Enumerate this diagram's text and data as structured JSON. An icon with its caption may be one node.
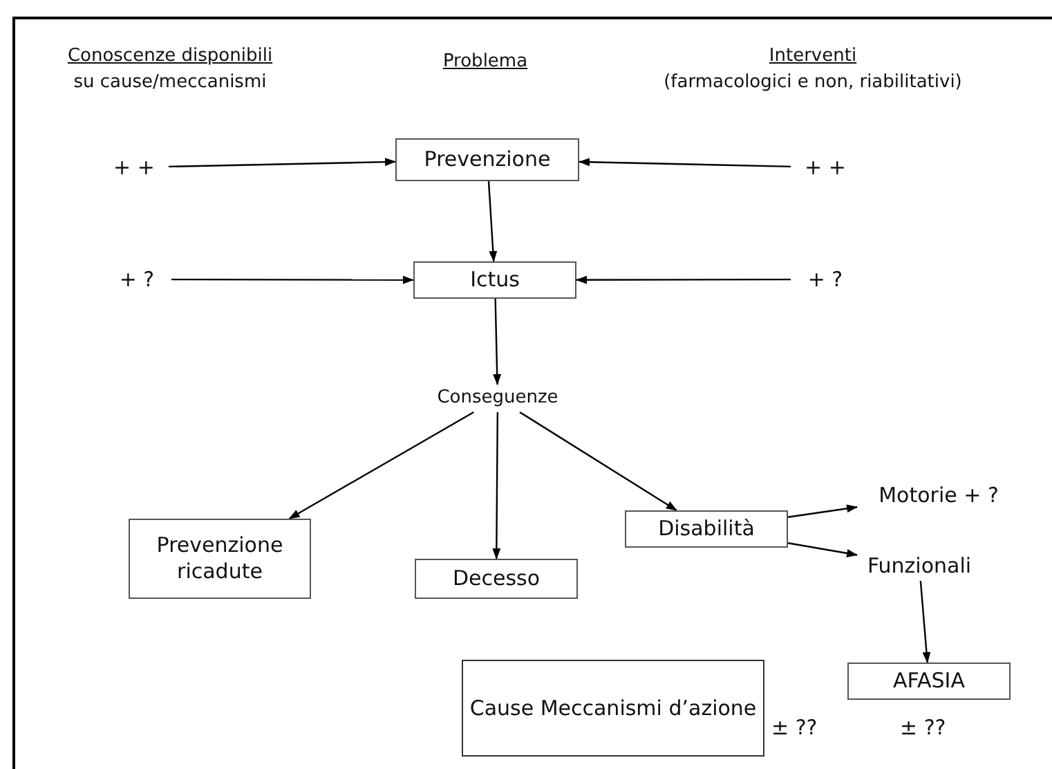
{
  "diagram": {
    "nodes": [
      {
        "text": [
          "+ +"
        ]
      },
      {
        "text": [
          "Prevenzione"
        ]
      },
      {
        "text": [
          "+ +"
        ]
      },
      {
        "text": [
          "+ ?"
        ]
      },
      {
        "text": [
          "Ictus"
        ]
      },
      {
        "text": [
          "+ ?"
        ]
      },
      {
        "text": [
          "Conseguenze"
        ]
      },
      {
        "text": [
          "Prevenzione ricadute"
        ]
      },
      {
        "text": [
          "Decesso"
        ]
      },
      {
        "text": [
          "Disabilità"
        ]
      },
      {
        "text": [
          "Motorie + ?"
        ]
      },
      {
        "text": [
          "Funzionali"
        ]
      },
      {
        "text": [
          "Cause Meccanismi d’azione"
        ],
        "beside": [
          "± ??"
        ]
      },
      {
        "text": [
          "AFASIA"
        ],
        "beside": [
          "± ??"
        ]
      }
    ],
    "edges": [
      {
        "from": 0,
        "to": 1,
        "arrow": "to"
      },
      {
        "from": 2,
        "to": 1,
        "arrow": "to"
      },
      {
        "from": 1,
        "to": 4,
        "arrow": "to"
      },
      {
        "from": 3,
        "to": 4,
        "arrow": "to"
      },
      {
        "from": 5,
        "to": 4,
        "arrow": "to"
      },
      {
        "from": 4,
        "to": 6,
        "arrow": "to"
      },
      {
        "from": 6,
        "to": 7,
        "arrow": "to"
      },
      {
        "from": 6,
        "to": 8,
        "arrow": "to"
      },
      {
        "from": 6,
        "to": 9,
        "arrow": "to"
      },
      {
        "from": 9,
        "to": 10,
        "arrow": "to"
      },
      {
        "from": 9,
        "to": 11,
        "arrow": "to"
      },
      {
        "from": 11,
        "to": 13,
        "arrow": "to"
      }
    ],
    "labels": [
      "Conoscenze disponibili",
      "su cause/meccanismi",
      "Problema",
      "Interventi",
      "(farmacologici e non, riabilitativi)"
    ]
  }
}
